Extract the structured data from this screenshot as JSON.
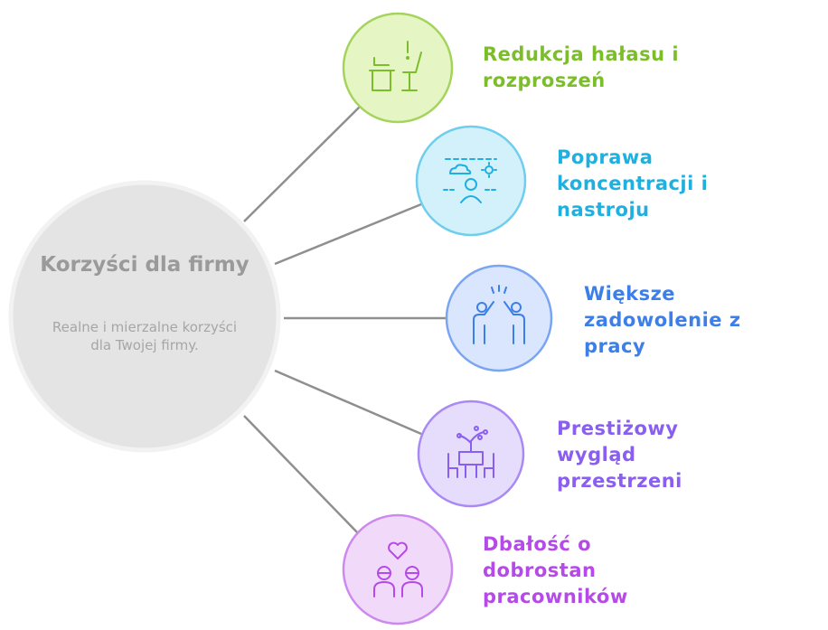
{
  "center": {
    "title": "Korzyści dla firmy",
    "subtitle": "Realne i mierzalne korzyści dla Twojej firmy."
  },
  "benefits": [
    {
      "label": "Redukcja hałasu i rozproszeń",
      "icon": "desk-chair-icon",
      "color": "#7cbd2a",
      "fill": "#e6f5c4",
      "stroke": "#a4d45c"
    },
    {
      "label": "Poprawa koncentracji i nastroju",
      "icon": "person-weather-icon",
      "color": "#1fb0e0",
      "fill": "#d3f1fb",
      "stroke": "#6fcdee"
    },
    {
      "label": "Większe zadowolenie z pracy",
      "icon": "high-five-icon",
      "color": "#3d7fe8",
      "fill": "#dae6fd",
      "stroke": "#7aa5f2"
    },
    {
      "label": "Prestiżowy wygląd przestrzeni",
      "icon": "lounge-table-icon",
      "color": "#8a5ef0",
      "fill": "#e6ddfd",
      "stroke": "#a98af4"
    },
    {
      "label": "Dbałość o dobrostan pracowników",
      "icon": "people-heart-icon",
      "color": "#b54ae8",
      "fill": "#f1daf9",
      "stroke": "#cd8aee"
    }
  ]
}
